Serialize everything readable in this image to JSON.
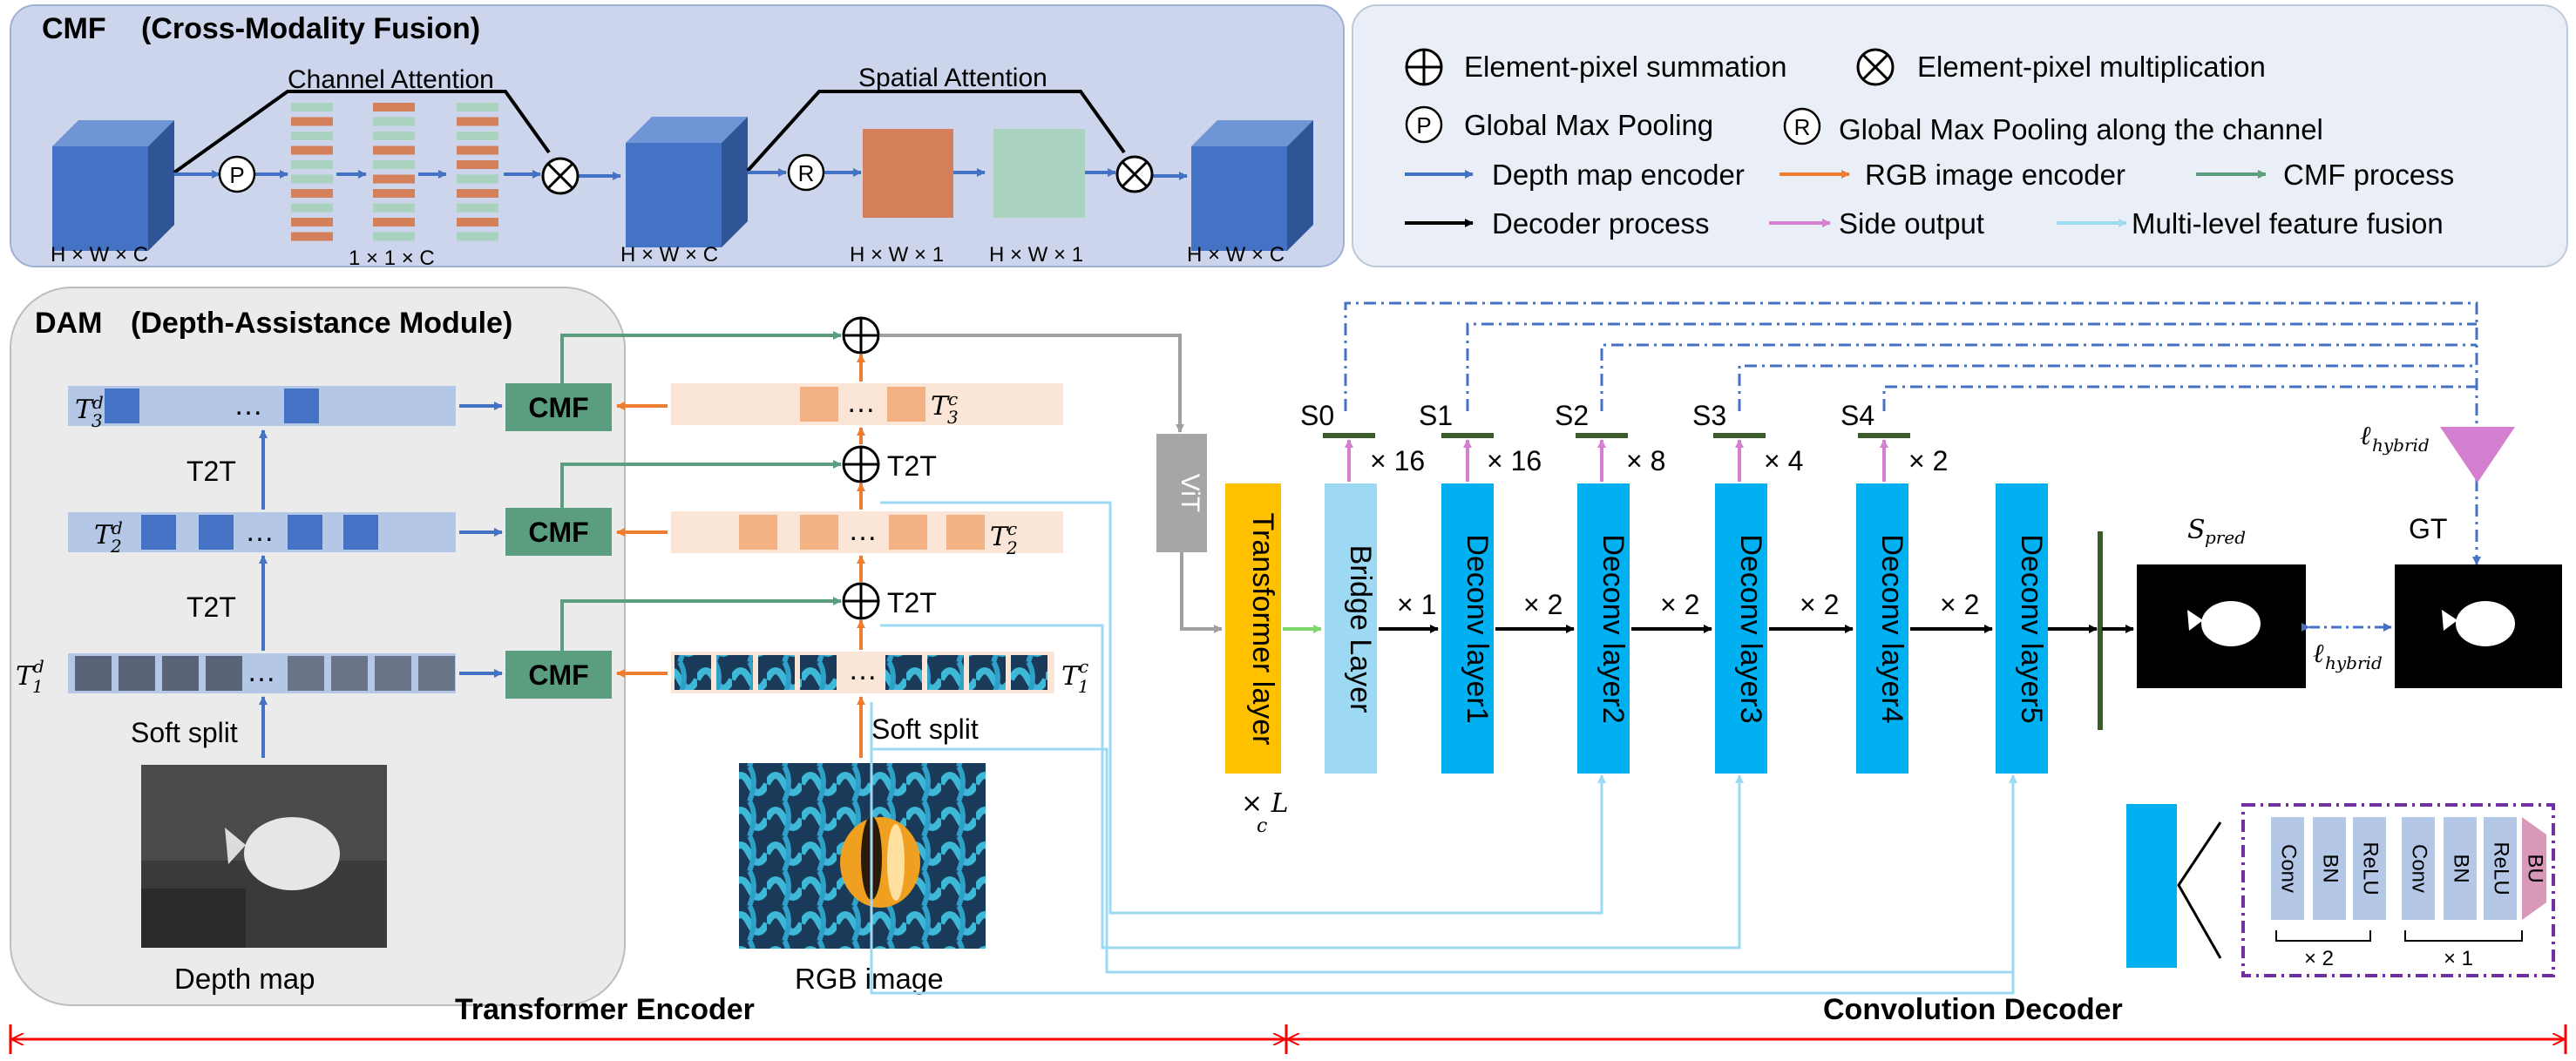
{
  "cmf_panel": {
    "title": "CMF",
    "subtitle": "(Cross-Modality Fusion)",
    "channel_attention": "Channel Attention",
    "spatial_attention": "Spatial Attention",
    "dim_hwc": "H × W × C",
    "dim_11c": "1 × 1 × C",
    "dim_hw1": "H × W × 1",
    "pool_p": "P",
    "pool_r": "R"
  },
  "legend": {
    "sum": "Element-pixel summation",
    "mul": "Element-pixel multiplication",
    "gmp": "Global Max Pooling",
    "gmp_ch": "Global Max Pooling along the channel",
    "depth_enc": "Depth map encoder",
    "rgb_enc": "RGB image encoder",
    "cmf_proc": "CMF process",
    "dec_proc": "Decoder process",
    "side_out": "Side output",
    "mlff": "Multi-level feature fusion",
    "p": "P",
    "r": "R"
  },
  "dam": {
    "title": "DAM",
    "subtitle": "(Depth-Assistance Module)",
    "t3d": "T",
    "t2d": "T",
    "t1d": "T",
    "t2t": "T2T",
    "soft_split": "Soft split",
    "depth_map": "Depth map",
    "cmf": "CMF",
    "dots": "…"
  },
  "rgb": {
    "t3c": "T",
    "t2c": "T",
    "t1c": "T",
    "t2t": "T2T",
    "soft_split": "Soft split",
    "label": "RGB image"
  },
  "vit": "ViT",
  "transformer_layer": "Transformer layer",
  "lc": "× L",
  "lc_sup": "c",
  "decoder": {
    "bridge": "Bridge Layer",
    "layers": [
      "Deconv layer1",
      "Deconv layer2",
      "Deconv layer3",
      "Deconv layer4",
      "Deconv layer5"
    ],
    "side": [
      "S0",
      "S1",
      "S2",
      "S3",
      "S4"
    ],
    "side_mult": [
      "× 16",
      "× 16",
      "× 8",
      "× 4",
      "× 2"
    ],
    "conn_mult": [
      "× 1",
      "× 2",
      "× 2",
      "× 2",
      "× 2"
    ],
    "spred": "S",
    "spred_sub": "pred",
    "gt": "GT",
    "loss": "ℓ",
    "loss_sub": "hybrid"
  },
  "block": {
    "conv": "Conv",
    "bn": "BN",
    "relu": "ReLU",
    "bu": "BU",
    "x2": "× 2",
    "x1": "× 1"
  },
  "footer": {
    "encoder": "Transformer Encoder",
    "decoder": "Convolution Decoder"
  },
  "colors": {
    "blue": "#4472c4",
    "orange": "#ed7d31",
    "green": "#5b9e7f",
    "cyan": "#00b0f0",
    "light_cyan": "#9dd9f3",
    "pink": "#d57fd0",
    "red": "#ff0000",
    "yellow": "#ffc000"
  }
}
